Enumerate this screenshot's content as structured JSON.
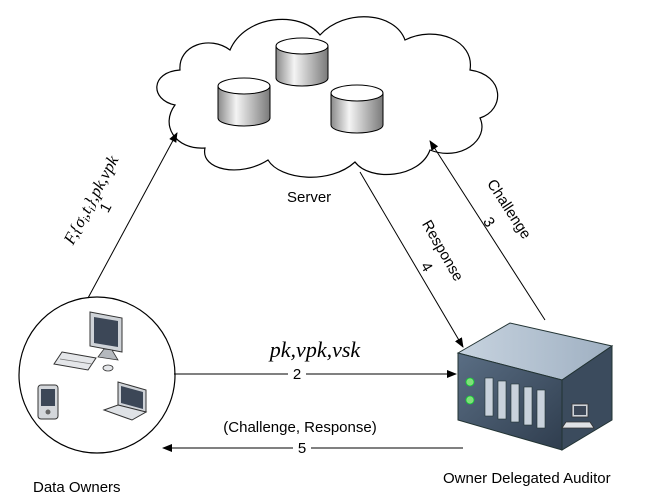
{
  "nodes": {
    "server": "Server",
    "data_owners": "Data Owners",
    "auditor": "Owner Delegated Auditor"
  },
  "edges": {
    "e1": {
      "number": "1",
      "label": "F,{σ_i,t_i},pk,vpk"
    },
    "e2": {
      "number": "2",
      "label": "pk,vpk,vsk"
    },
    "e3": {
      "number": "3",
      "label": "Challenge"
    },
    "e4": {
      "number": "4",
      "label": "Response"
    },
    "e5": {
      "number": "5",
      "label": "(Challenge, Response)"
    }
  },
  "icons": [
    "cloud-icon",
    "database-icon",
    "desktop-computer-icon",
    "keyboard-icon",
    "mouse-icon",
    "pda-icon",
    "laptop-icon",
    "server-rack-icon"
  ]
}
